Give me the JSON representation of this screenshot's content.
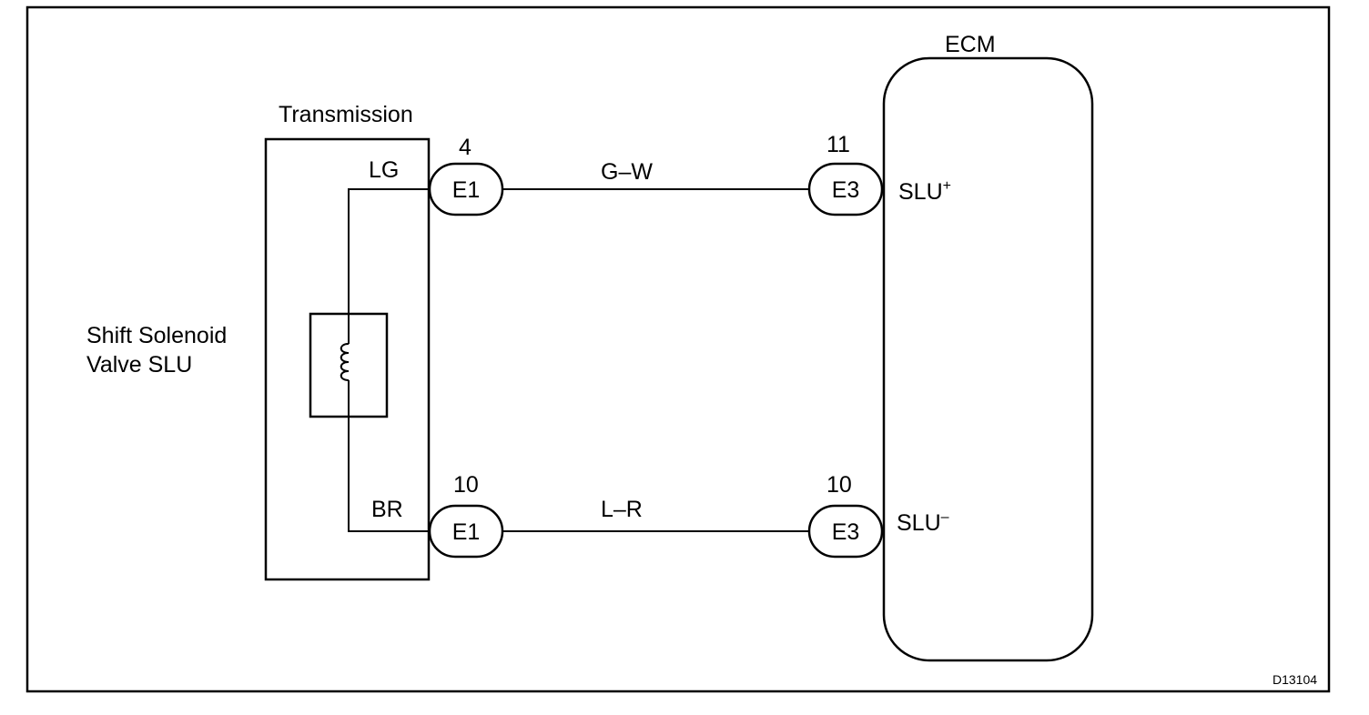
{
  "diagram": {
    "ref_code": "D13104",
    "transmission": {
      "title": "Transmission",
      "pin_upper": "LG",
      "pin_lower": "BR"
    },
    "solenoid": {
      "label_line1": "Shift Solenoid",
      "label_line2": "Valve SLU"
    },
    "ecm": {
      "title": "ECM",
      "terminal_upper": "SLU",
      "terminal_upper_sup": "+",
      "terminal_lower": "SLU",
      "terminal_lower_sup": "–"
    },
    "wires": [
      {
        "color_code": "G–W",
        "from_connector": "E1",
        "from_pin": "4",
        "to_connector": "E3",
        "to_pin": "11"
      },
      {
        "color_code": "L–R",
        "from_connector": "E1",
        "from_pin": "10",
        "to_connector": "E3",
        "to_pin": "10"
      }
    ]
  }
}
